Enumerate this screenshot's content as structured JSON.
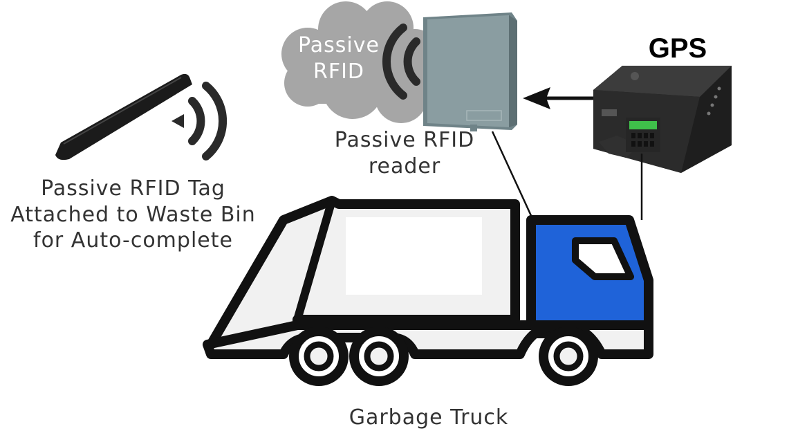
{
  "labels": {
    "cloud_text": "Passive\nRFID",
    "reader": "Passive RFID\nreader",
    "gps": "GPS",
    "tag": "Passive RFID Tag\nAttached to Waste Bin\nfor Auto-complete",
    "truck": "Garbage Truck"
  },
  "icons": {
    "rfid_tag": "rfid-tag-icon",
    "tag_signal": "wireless-signal-icon",
    "cloud": "cloud-icon",
    "reader_signal": "wireless-signal-icon",
    "reader": "rfid-reader-icon",
    "gps": "gps-device-icon",
    "truck": "garbage-truck-icon"
  },
  "colors": {
    "truck_cab": "#1f63d9",
    "truck_outline": "#111111",
    "truck_body": "#f1f1f1",
    "reader": "#7a8c90",
    "cloud": "#a6a6a6",
    "gps_device": "#2a2a2a",
    "gps_connector": "#3fbf4a",
    "label_text": "#333333"
  }
}
